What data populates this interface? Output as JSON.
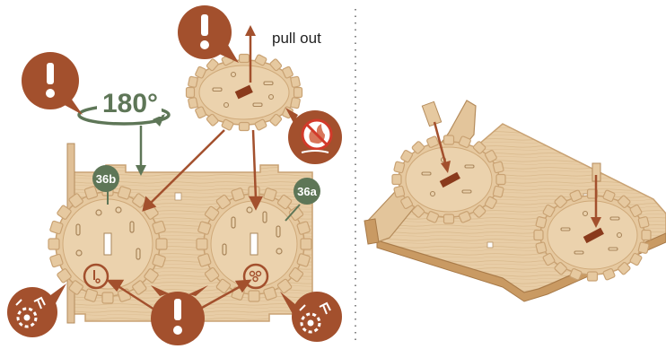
{
  "annotations": {
    "pull_out": "pull out",
    "rotation": "180°",
    "badge_left": "36b",
    "badge_right": "36a"
  },
  "colors": {
    "warning": "#a3502d",
    "badge": "#5e7657",
    "rotate_arrow": "#5e7657",
    "wood": "#e6c9a0",
    "wood_dark": "#c9a273",
    "arrow": "#a3502d",
    "no_sign": "#d23a2a",
    "divider": "#8a8a8a"
  },
  "icons": [
    "exclamation-icon",
    "rotate-180-icon",
    "no-fire-icon",
    "gear-tool-icon",
    "pull-arrow-icon"
  ]
}
